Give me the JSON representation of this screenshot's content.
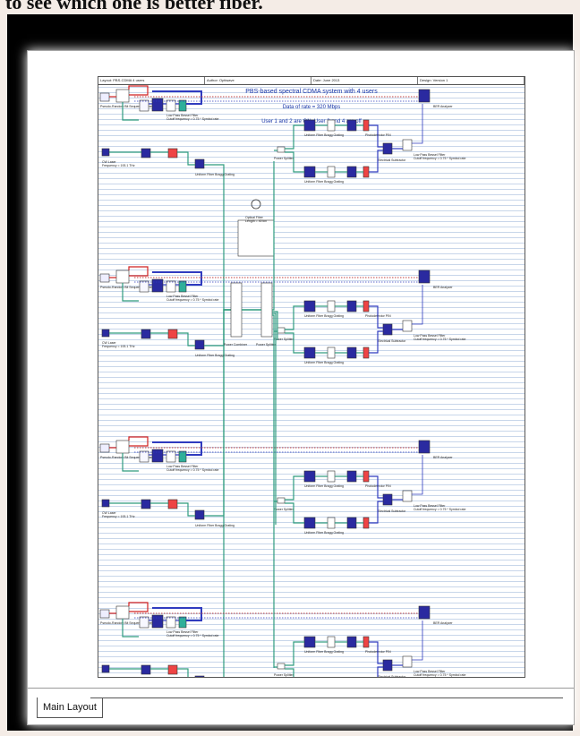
{
  "caption": "to see which one is better fiber.",
  "sheet": {
    "header_cells": [
      "Layout: PBS-CDMA 4 users",
      "Author: Optiwave",
      "Date: June 2013",
      "Design: Version 1"
    ],
    "title": "PBS-based spectral CDMA system with 4 users",
    "subtitle_rate": "Data of rate = 320 Mbps",
    "subtitle_users": "User 1 and 2 are ON, User 3 and 4 are off"
  },
  "tabs": {
    "main_label": "Main Layout"
  },
  "labels": {
    "prbs": "Pseudo-Random Bit Sequence Generator",
    "laser": "CW Laser\nFrequency = 193.1 THz",
    "fiber": "Optical Fiber\nLength = 40 km",
    "power_combiner": "Power Combiner",
    "power_splitter": "Power Splitter",
    "ufbg": "Uniform Fiber Bragg Grating",
    "photodetector": "Photodetector PIN",
    "lowpass": "Low Pass Bessel Filter\nCutoff frequency = 0.75 * Symbol rate",
    "ber": "BER Analyzer",
    "electrical_subtractor": "Electrical Subtractor"
  },
  "colors": {
    "frame": "#000000",
    "grid": "#c8d6ea",
    "title": "#1533a6",
    "wire_optical": "#2e9b7e",
    "wire_electrical": "#2f3bbf",
    "wire_red": "#d02020",
    "dotted": "#c04040",
    "component_blue": "#2a2aa0"
  }
}
